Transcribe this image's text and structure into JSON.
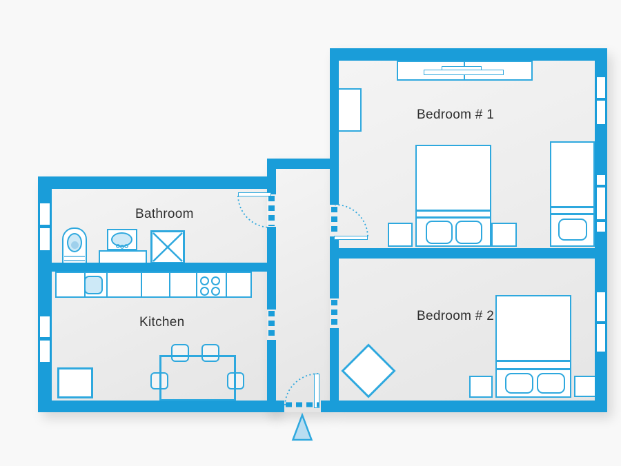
{
  "rooms": {
    "bathroom": {
      "label": "Bathroom"
    },
    "kitchen": {
      "label": "Kitchen"
    },
    "bedroom1": {
      "label": "Bedroom # 1"
    },
    "bedroom2": {
      "label": "Bedroom # 2"
    }
  },
  "markers": {
    "entrance": "up-arrow-triangle"
  },
  "palette": {
    "wall": "#1a9dd9",
    "furn": "#2ea8de",
    "fill_light": "#cde9f7",
    "floor": "#ececec",
    "bg": "#f8f8f8",
    "label": "#2e2e2e"
  }
}
